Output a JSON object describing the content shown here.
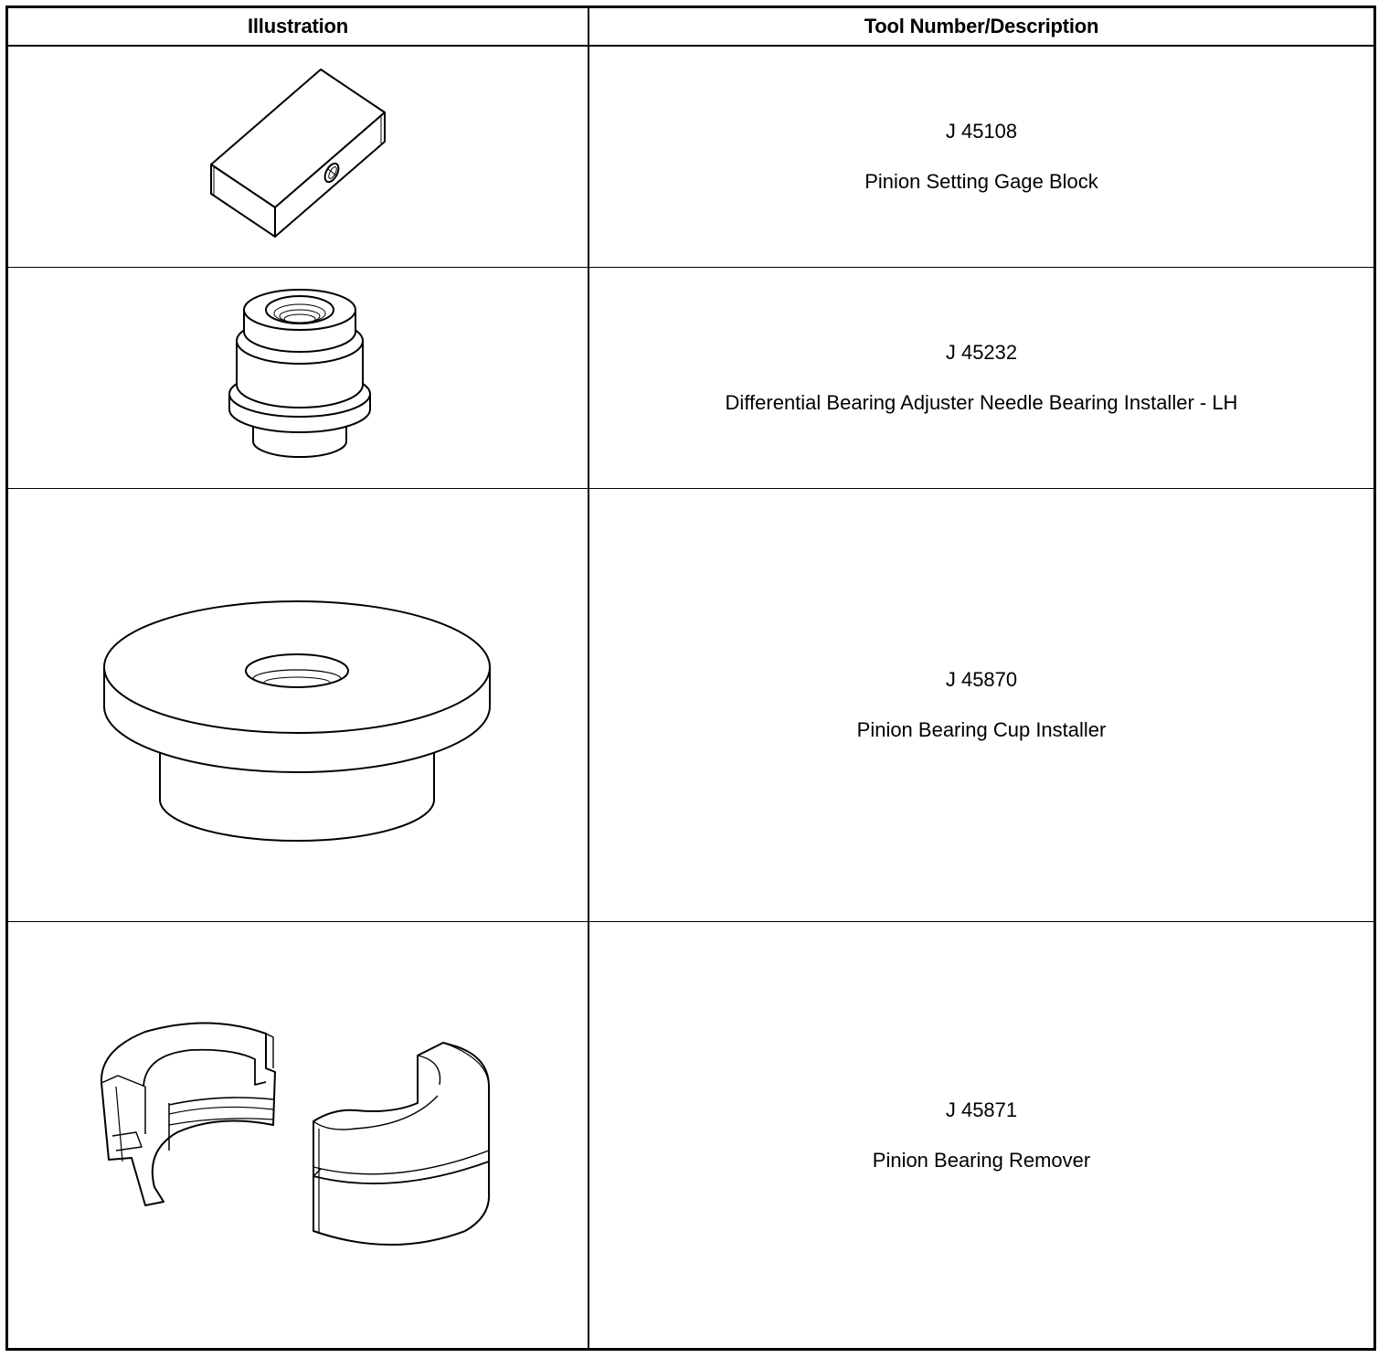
{
  "table": {
    "headers": {
      "illustration": "Illustration",
      "tool": "Tool Number/Description"
    },
    "rows": [
      {
        "number": "J 45108",
        "description": "Pinion Setting Gage Block",
        "illustration_icon": "gage-block-icon"
      },
      {
        "number": "J 45232",
        "description": "Differential Bearing Adjuster Needle Bearing Installer - LH",
        "illustration_icon": "needle-bearing-installer-icon"
      },
      {
        "number": "J 45870",
        "description": "Pinion Bearing Cup Installer",
        "illustration_icon": "bearing-cup-installer-icon"
      },
      {
        "number": "J 45871",
        "description": "Pinion Bearing Remover",
        "illustration_icon": "bearing-remover-icon"
      }
    ]
  }
}
